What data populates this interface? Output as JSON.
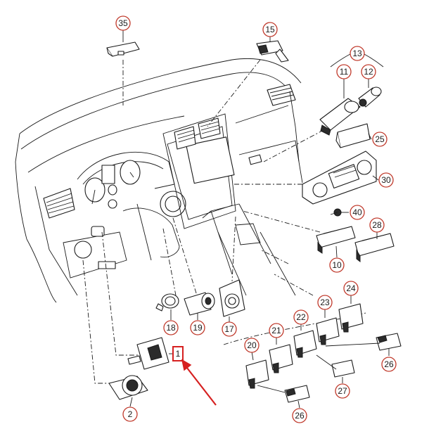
{
  "callouts": {
    "p35": "35",
    "p15": "15",
    "p13": "13",
    "p11": "11",
    "p12": "12",
    "p25": "25",
    "p30": "30",
    "p40": "40",
    "p28": "28",
    "p10": "10",
    "p18": "18",
    "p19": "19",
    "p17": "17",
    "p24": "24",
    "p23": "23",
    "p22": "22",
    "p21": "21",
    "p20": "20",
    "p26a": "26",
    "p26b": "26",
    "p27": "27",
    "p2": "2"
  },
  "highlight": {
    "label": "1",
    "box_color": "#d62020",
    "arrow_color": "#d62020"
  },
  "colors": {
    "callout_ring": "#c0392b",
    "line": "#1a1a1a"
  }
}
